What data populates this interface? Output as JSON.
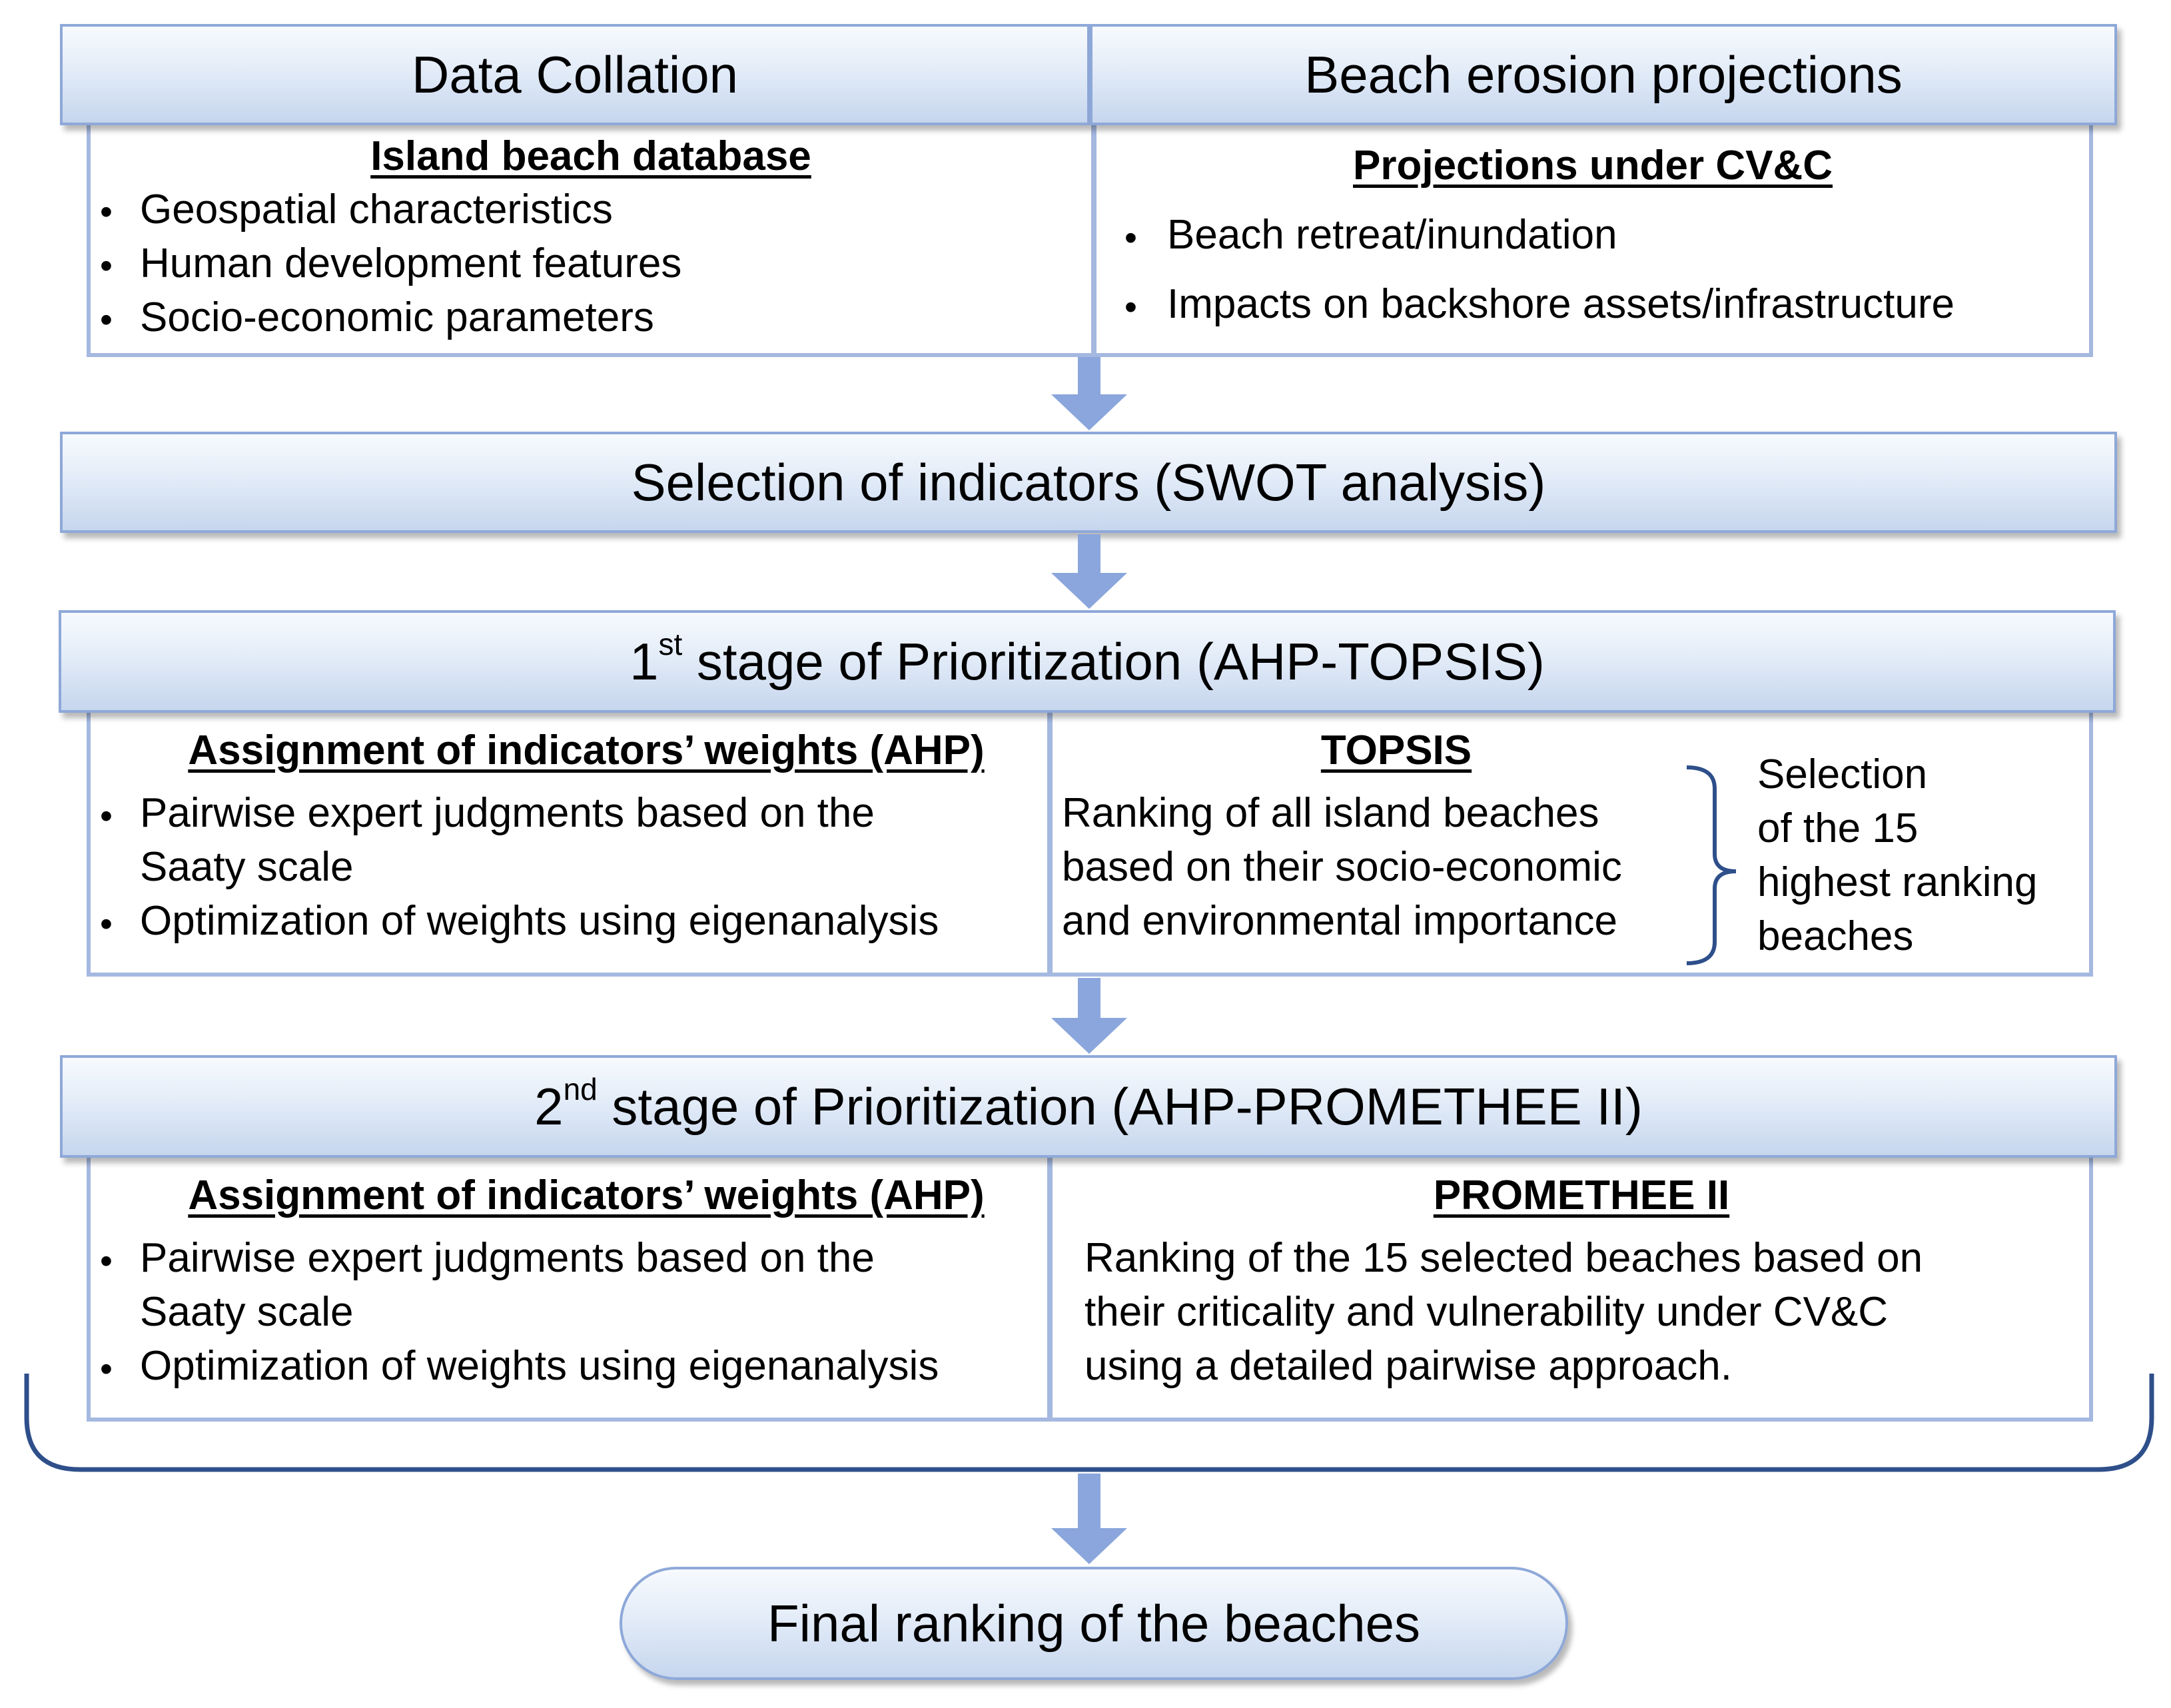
{
  "data_collation": {
    "title": "Data Collation",
    "subtitle": "Island beach database",
    "items": [
      "Geospatial characteristics",
      "Human development features",
      "Socio-economic parameters"
    ]
  },
  "beach_erosion": {
    "title": "Beach erosion projections",
    "subtitle": "Projections under CV&C",
    "items": [
      "Beach retreat/inundation",
      "Impacts on backshore assets/infrastructure"
    ]
  },
  "selection": {
    "title": "Selection of indicators (SWOT analysis)"
  },
  "stage1": {
    "title_ordinal": "1",
    "title_suffix": "st",
    "title_rest": " stage of Prioritization (AHP-TOPSIS)",
    "left_subtitle": "Assignment of indicators’ weights (AHP)",
    "left_item1_line1": "Pairwise expert judgments based on the",
    "left_item1_line2": "Saaty scale",
    "left_item2": "Optimization of weights using eigenanalysis",
    "right_subtitle": "TOPSIS",
    "right_lines": [
      "Ranking of all island beaches",
      "based on their socio-economic",
      "and environmental importance"
    ],
    "selection_lines": [
      "Selection",
      "of the 15",
      "highest ranking",
      "beaches"
    ]
  },
  "stage2": {
    "title_ordinal": "2",
    "title_suffix": "nd",
    "title_rest": " stage of Prioritization (AHP-PROMETHEE II)",
    "left_subtitle": "Assignment of indicators’ weights (AHP)",
    "left_item1_line1": "Pairwise expert judgments based on the",
    "left_item1_line2": "Saaty scale",
    "left_item2": "Optimization of weights using eigenanalysis",
    "right_subtitle": "PROMETHEE II",
    "right_lines": [
      "Ranking of the 15 selected beaches based on",
      "their criticality and vulnerability under CV&C",
      "using a detailed pairwise approach."
    ]
  },
  "final": {
    "title": "Final ranking of the beaches"
  },
  "colors": {
    "box_border": "#a4b8e0",
    "header_border": "#8ea8d8",
    "arrow": "#8aa6dc",
    "bracket": "#2e4f8a"
  }
}
